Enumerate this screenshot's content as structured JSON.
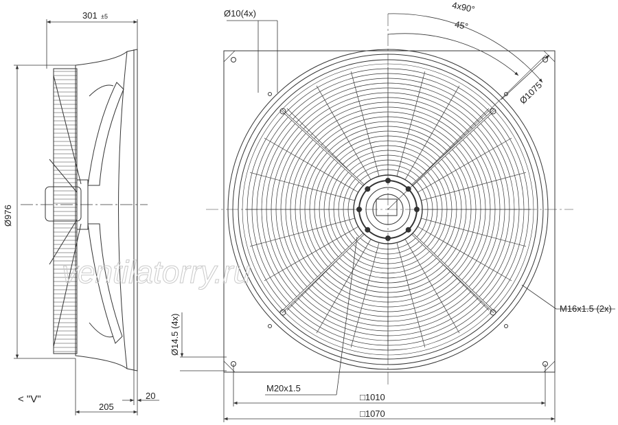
{
  "dimensions": {
    "depth_main": "301",
    "depth_tol": "±5",
    "hole_dia": "Ø10(4x)",
    "angle_4x90": "4x90°",
    "angle_45": "45°",
    "bolt_circle": "Ø1075",
    "diameter_976": "Ø976",
    "hole_14_5": "Ø14.5 (4x)",
    "thread_m16": "M16x1.5 (2x)",
    "thread_m20": "M20x1.5",
    "square_1010": "□1010",
    "square_1070": "□1070",
    "dim_205": "205",
    "dim_20": "20",
    "view_label": "< \"V\""
  },
  "watermark": "ventilatorry.ru",
  "colors": {
    "line": "#333333",
    "fill": "#ffffff",
    "watermark": "#c9c9c9"
  }
}
